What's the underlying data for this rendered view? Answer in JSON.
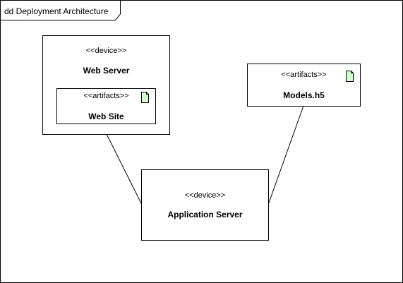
{
  "frame": {
    "title": "dd Deployment Architecture"
  },
  "colors": {
    "stroke": "#000000",
    "background": "#ffffff",
    "artifact_icon_fill": "#ccffcc"
  },
  "nodes": {
    "web_server": {
      "stereotype": "<<device>>",
      "name": "Web Server"
    },
    "web_site": {
      "stereotype": "<<artifacts>>",
      "name": "Web Site",
      "icon": "document-icon"
    },
    "models": {
      "stereotype": "<<artifacts>>",
      "name": "Models.h5",
      "icon": "document-icon"
    },
    "app_server": {
      "stereotype": "<<device>>",
      "name": "Application Server"
    }
  }
}
